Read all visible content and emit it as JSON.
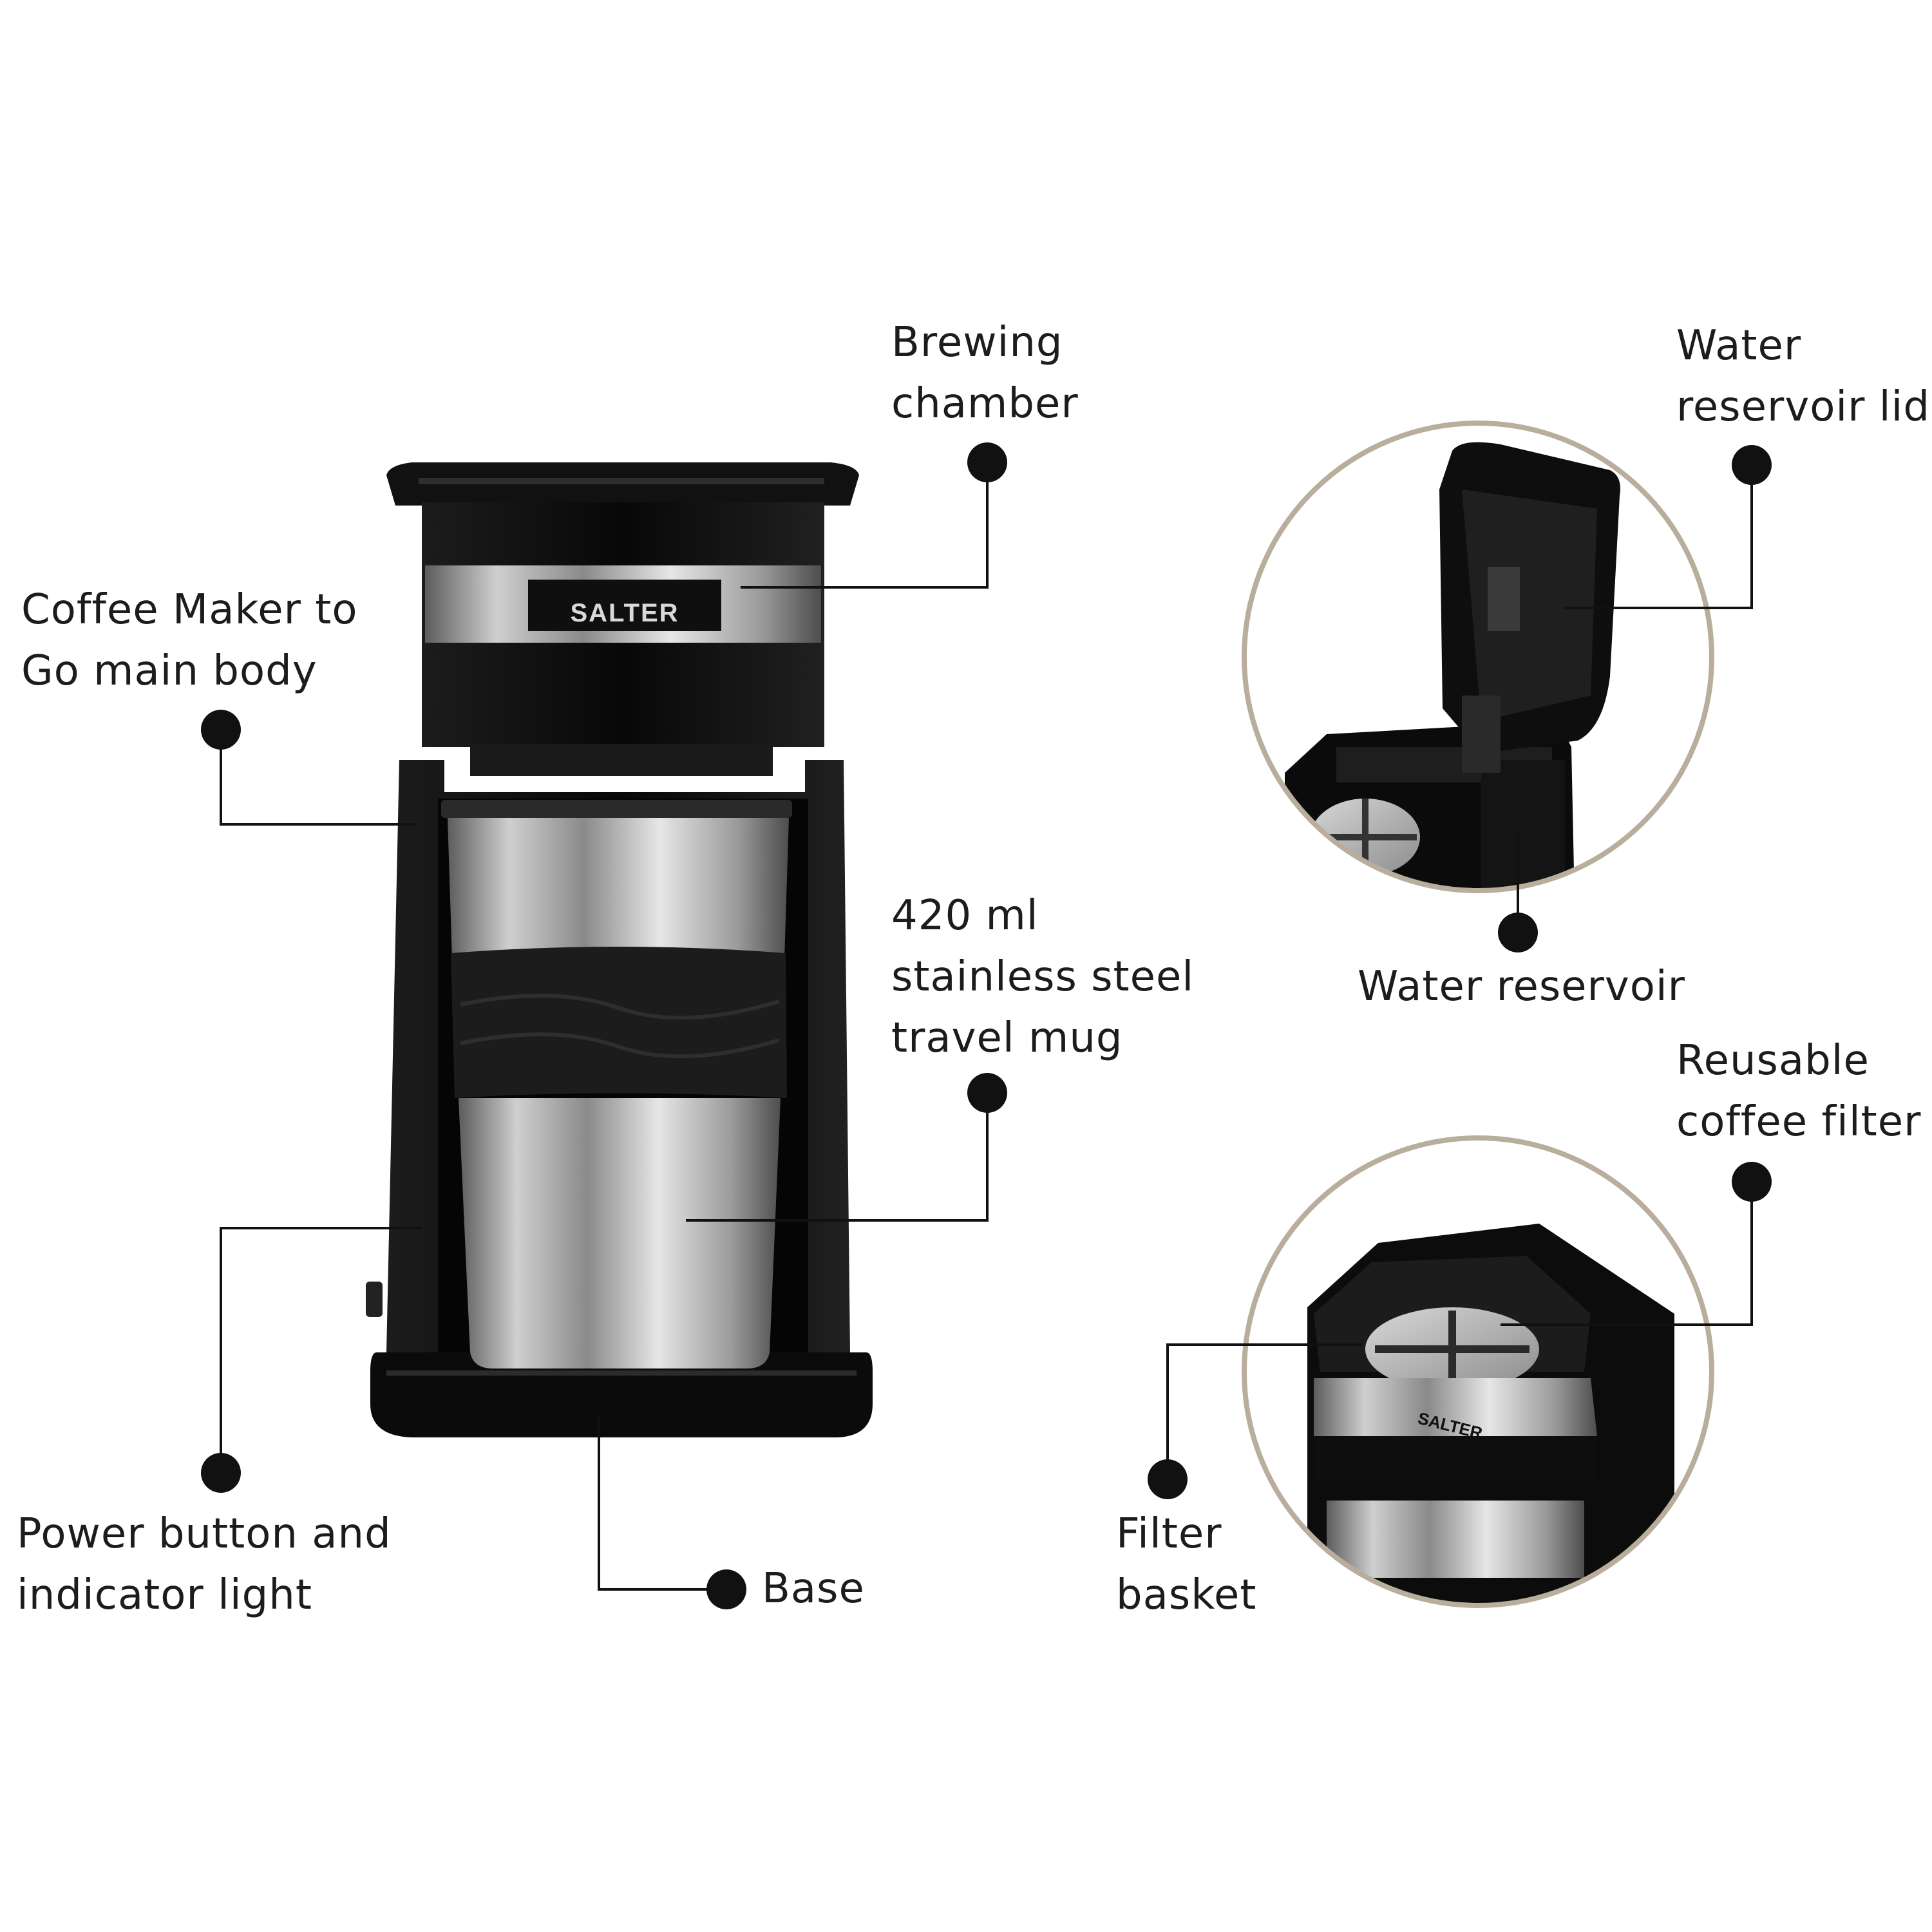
{
  "labels": {
    "brewing_chamber": [
      "Brewing",
      "chamber"
    ],
    "main_body": [
      "Coffee Maker to",
      "Go main body"
    ],
    "travel_mug": [
      "420 ml",
      "stainless steel",
      "travel mug"
    ],
    "power_button": [
      "Power button and",
      "indicator light"
    ],
    "base": [
      "Base"
    ],
    "water_reservoir_lid": [
      "Water",
      "reservoir lid"
    ],
    "water_reservoir": [
      "Water reservoir"
    ],
    "reusable_filter": [
      "Reusable",
      "coffee filter"
    ],
    "filter_basket": [
      "Filter",
      "basket"
    ]
  },
  "product": {
    "brand": "SALTER"
  },
  "colors": {
    "body": "#0d0d0d",
    "steel_light": "#d9d9d9",
    "steel_dark": "#6e6e6e",
    "leader": "#111111",
    "circle_border": "#b9ad9c"
  }
}
